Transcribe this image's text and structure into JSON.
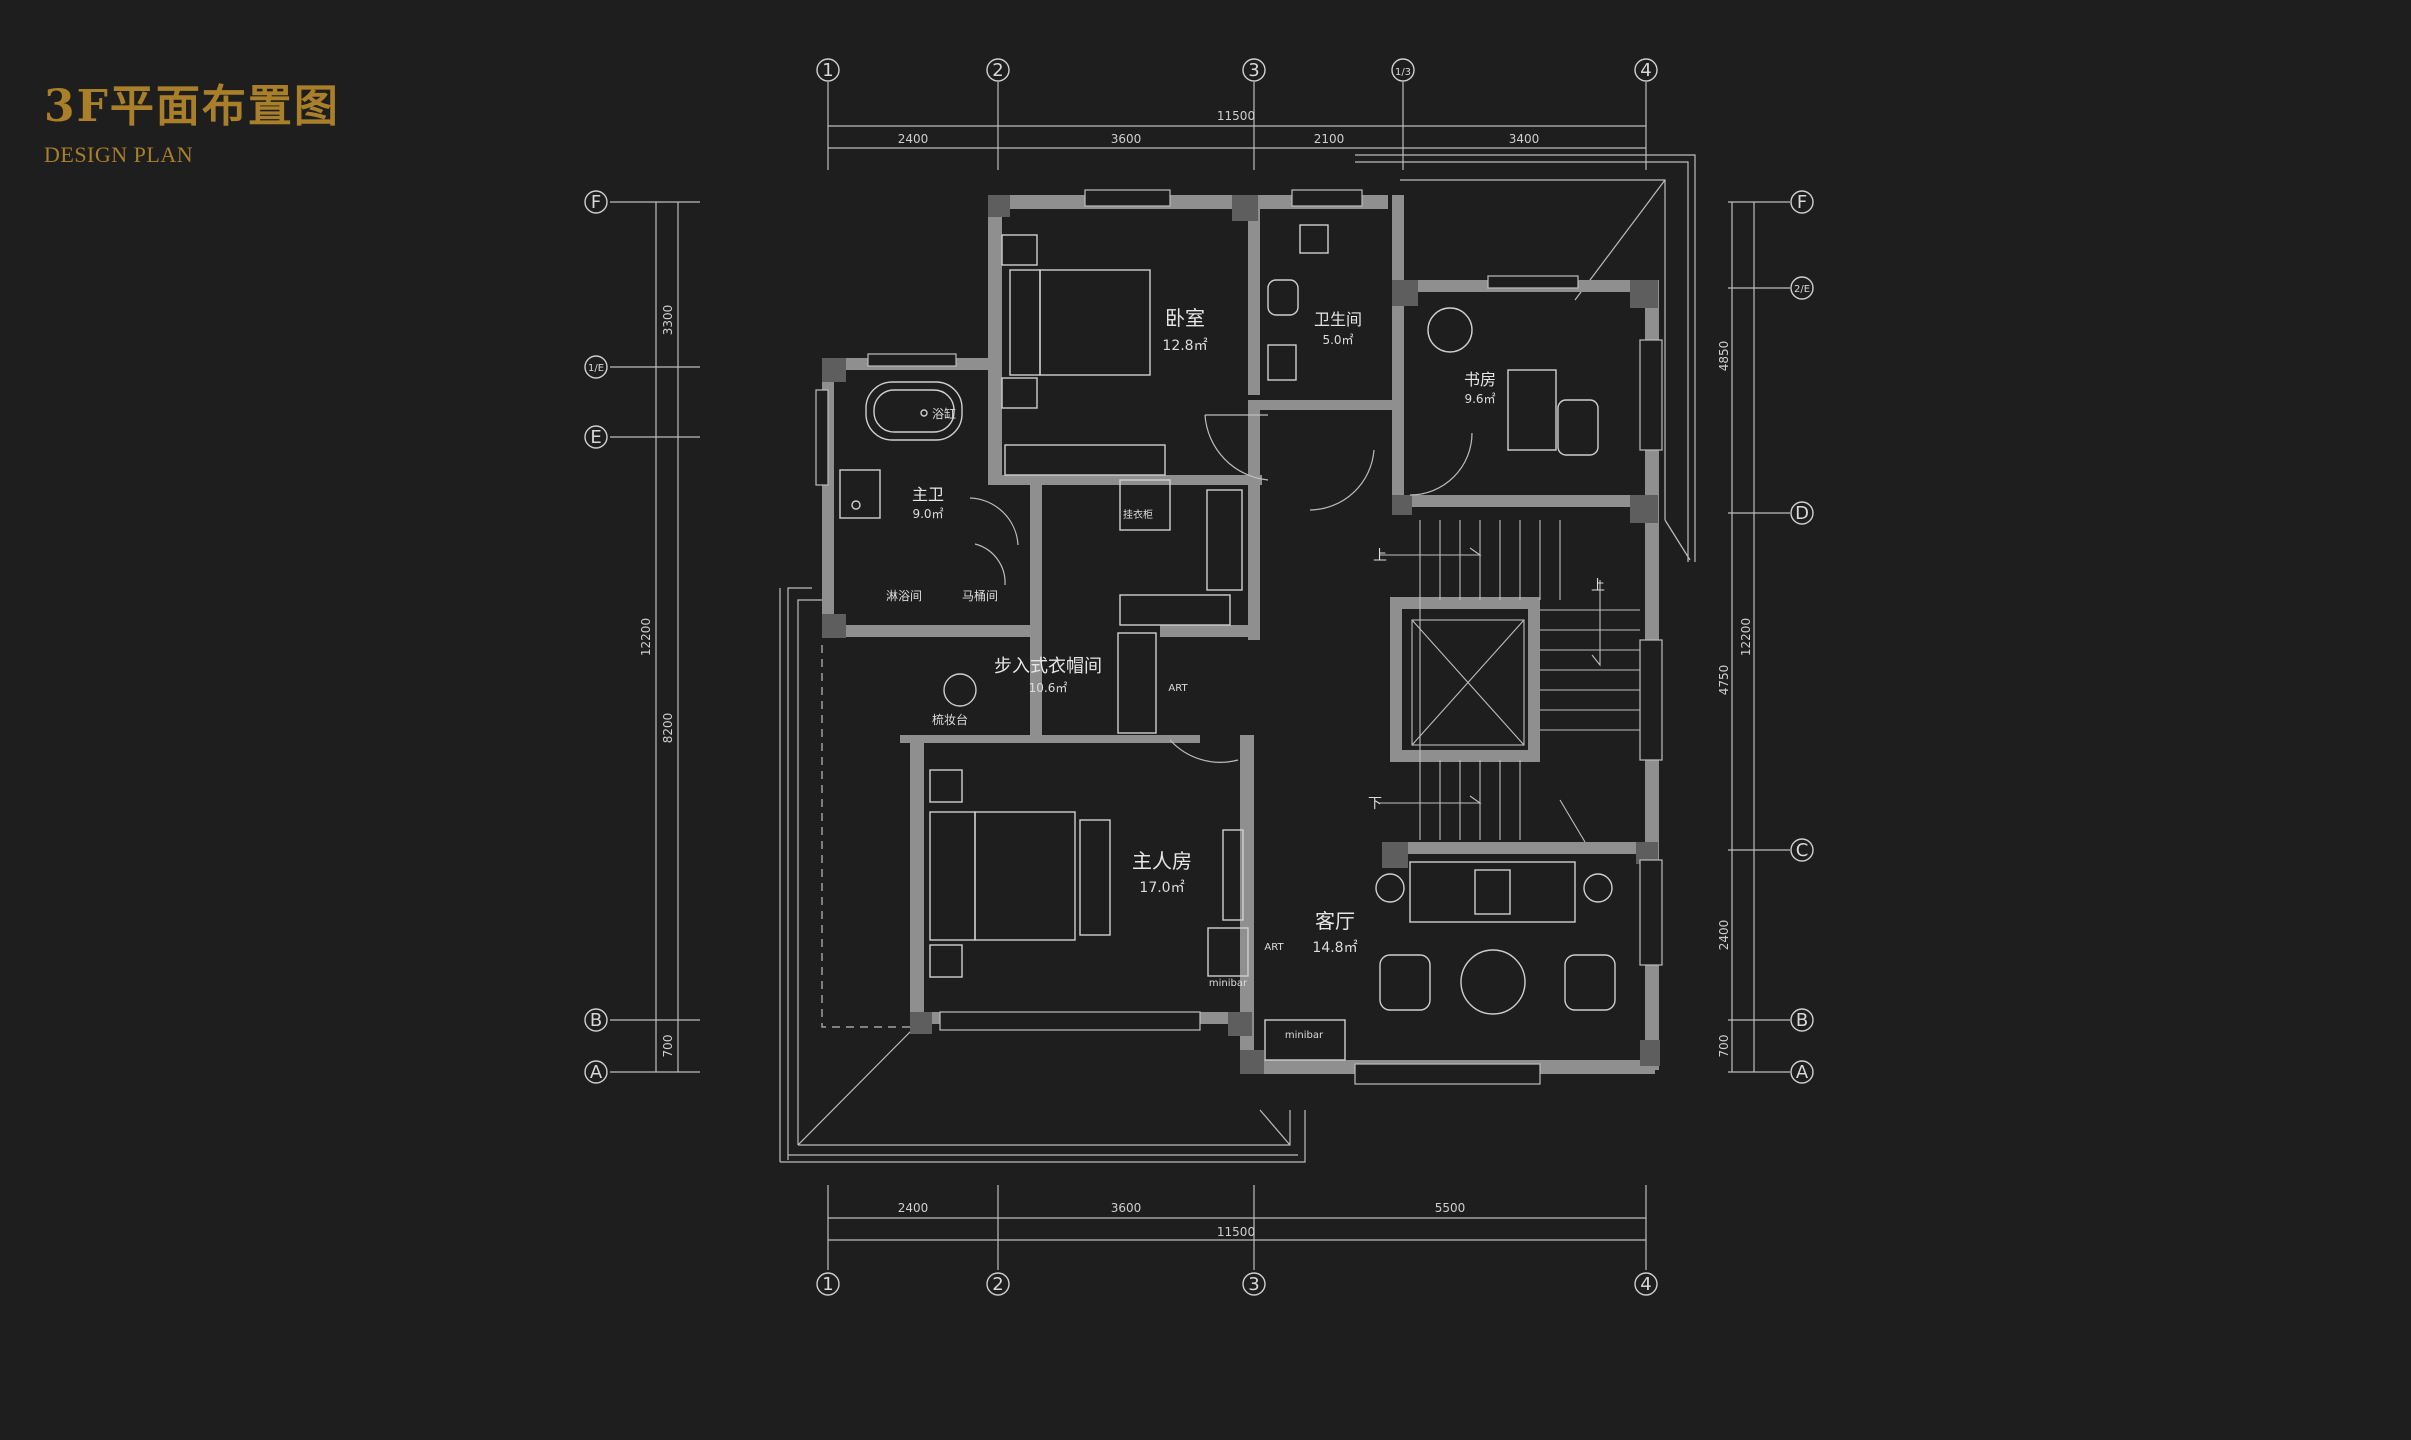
{
  "header": {
    "title": "3F平面布置图",
    "subtitle": "DESIGN PLAN"
  },
  "grid": {
    "top": [
      "1",
      "2",
      "3",
      "1/3",
      "4"
    ],
    "bottom": [
      "1",
      "2",
      "3",
      "4"
    ],
    "left": [
      "F",
      "1/E",
      "E",
      "B",
      "A"
    ],
    "right": [
      "F",
      "2/E",
      "D",
      "C",
      "B",
      "A"
    ]
  },
  "dimensions": {
    "top_total": "11500",
    "top_segments": [
      "2400",
      "3600",
      "2100",
      "3400"
    ],
    "bottom_total": "11500",
    "bottom_segments": [
      "2400",
      "3600",
      "5500"
    ],
    "left_total": "12200",
    "left_segments": [
      "3300",
      "8200",
      "700"
    ],
    "right_total": "12200",
    "right_segments": [
      "4850",
      "4750",
      "2400",
      "700"
    ]
  },
  "rooms": [
    {
      "name": "卧室",
      "area": "12.8㎡"
    },
    {
      "name": "卫生间",
      "area": "5.0㎡"
    },
    {
      "name": "书房",
      "area": "9.6㎡"
    },
    {
      "name": "主卫",
      "area": "9.0㎡"
    },
    {
      "name": "步入式衣帽间",
      "area": "10.6㎡"
    },
    {
      "name": "主人房",
      "area": "17.0㎡"
    },
    {
      "name": "客厅",
      "area": "14.8㎡"
    }
  ],
  "labels": {
    "bathtub": "浴缸",
    "shower": "淋浴间",
    "toilet": "马桶间",
    "dresser": "梳妆台",
    "closet": "挂衣柜",
    "art1": "ART",
    "art2": "ART",
    "minibar1": "minibar",
    "minibar2": "minibar",
    "up1": "上",
    "up2": "上",
    "down": "下"
  }
}
